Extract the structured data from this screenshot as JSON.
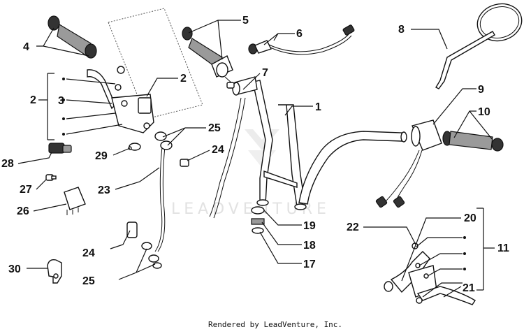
{
  "diagram": {
    "watermark": "LEADVENTURE",
    "credit": "Rendered by LeadVenture, Inc."
  },
  "callouts": {
    "c1": "1",
    "c2a": "2",
    "c2b": "2",
    "c3": "3",
    "c4": "4",
    "c5": "5",
    "c6": "6",
    "c7": "7",
    "c8": "8",
    "c9": "9",
    "c10": "10",
    "c11": "11",
    "c17": "17",
    "c18": "18",
    "c19": "19",
    "c20": "20",
    "c21": "21",
    "c22": "22",
    "c23": "23",
    "c24a": "24",
    "c24b": "24",
    "c25a": "25",
    "c25b": "25",
    "c26": "26",
    "c27": "27",
    "c28": "28",
    "c29": "29",
    "c30": "30"
  }
}
